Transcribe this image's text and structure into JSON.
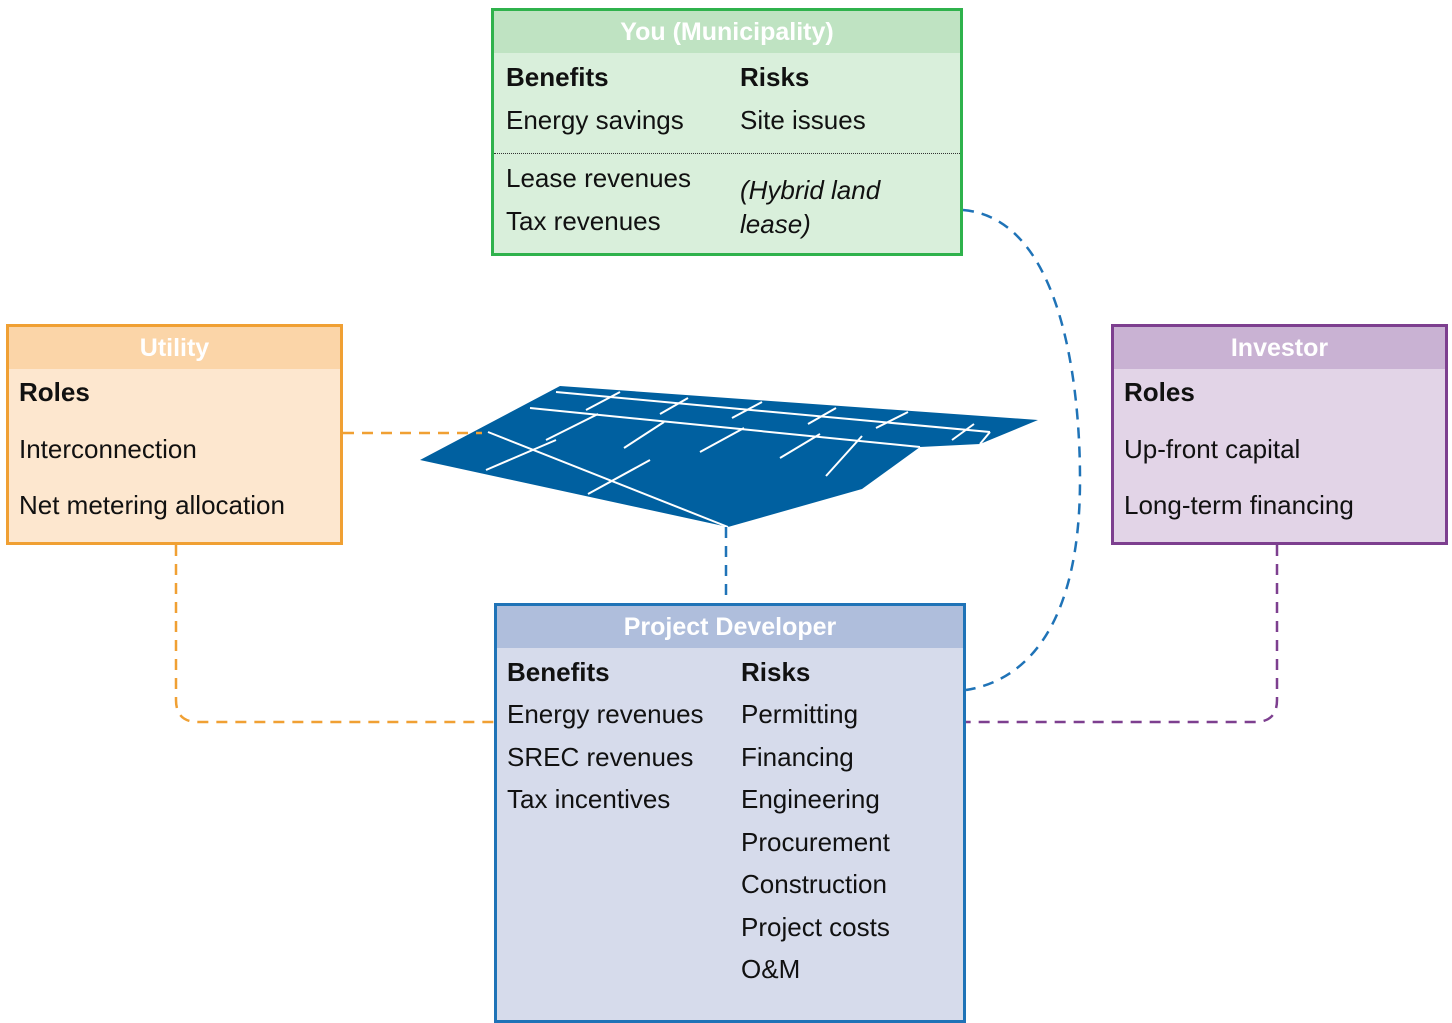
{
  "colors": {
    "municipality_border": "#2fb24c",
    "utility_border": "#f0a033",
    "investor_border": "#7d3f8f",
    "developer_border": "#1f73b7",
    "solar_panel": "#0060a0"
  },
  "municipality": {
    "title": "You (Municipality)",
    "benefits_heading": "Benefits",
    "risks_heading": "Risks",
    "benefit_1": "Energy savings",
    "risk_1": "Site issues",
    "benefit_2": "Lease revenues",
    "benefit_3": "Tax revenues",
    "risk_2_line1": "(Hybrid land",
    "risk_2_line2": "lease)"
  },
  "utility": {
    "title": "Utility",
    "roles_heading": "Roles",
    "roles": [
      "Interconnection",
      "Net metering allocation"
    ]
  },
  "investor": {
    "title": "Investor",
    "roles_heading": "Roles",
    "roles": [
      "Up-front capital",
      "Long-term financing"
    ]
  },
  "developer": {
    "title": "Project Developer",
    "benefits_heading": "Benefits",
    "risks_heading": "Risks",
    "benefits": [
      "Energy revenues",
      "SREC revenues",
      "Tax incentives"
    ],
    "risks": [
      "Permitting",
      "Financing",
      "Engineering",
      "Procurement",
      "Construction",
      "Project costs",
      "O&M"
    ]
  },
  "center_icon": "solar-panel-array-icon"
}
